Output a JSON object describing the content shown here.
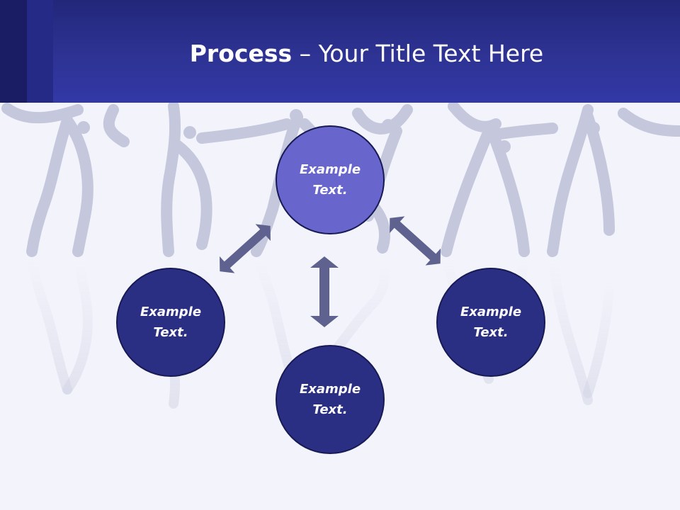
{
  "header": {
    "title_bold": "Process",
    "title_rest": " – Your Title Text Here"
  },
  "colors": {
    "header": "#2e3394",
    "node_dark": "#2b2f83",
    "node_light": "#6866cd",
    "arrow": "#5f628f",
    "figures": "#c5c7dc"
  },
  "nodes": {
    "top": "Example Text.",
    "left": "Example Text.",
    "right": "Example Text.",
    "bottom": "Example Text."
  }
}
